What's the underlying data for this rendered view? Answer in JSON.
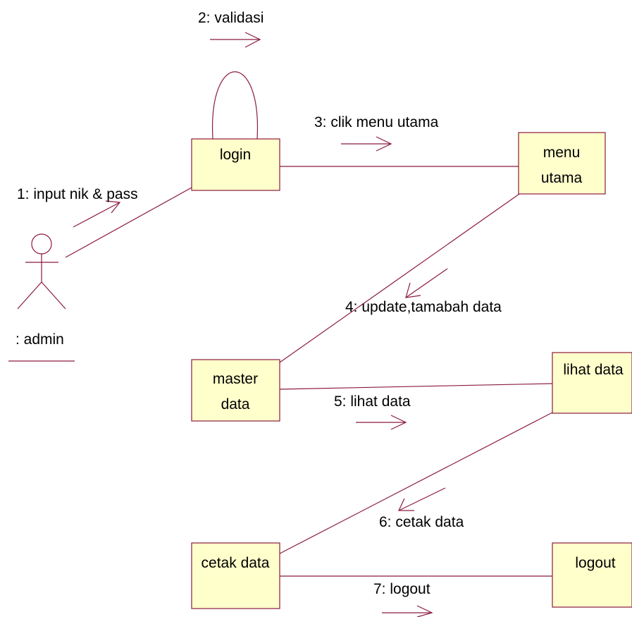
{
  "diagram": {
    "type": "collaboration",
    "colors": {
      "line": "#8b1a3e",
      "box_fill": "#ffffcc",
      "box_stroke": "#8b1a3e"
    },
    "actor": {
      "label": ": admin"
    },
    "objects": {
      "login": "login",
      "menu_utama_1": "menu",
      "menu_utama_2": "utama",
      "master_data_1": "master",
      "master_data_2": "data",
      "lihat_data": "lihat data",
      "cetak_data": "cetak data",
      "logout": "logout"
    },
    "messages": {
      "m1": "1: input nik & pass",
      "m2": "2: validasi",
      "m3": "3: clik menu utama",
      "m4": "4: update,tamabah data",
      "m5": "5: lihat data",
      "m6": "6: cetak data",
      "m7": "7: logout"
    }
  }
}
